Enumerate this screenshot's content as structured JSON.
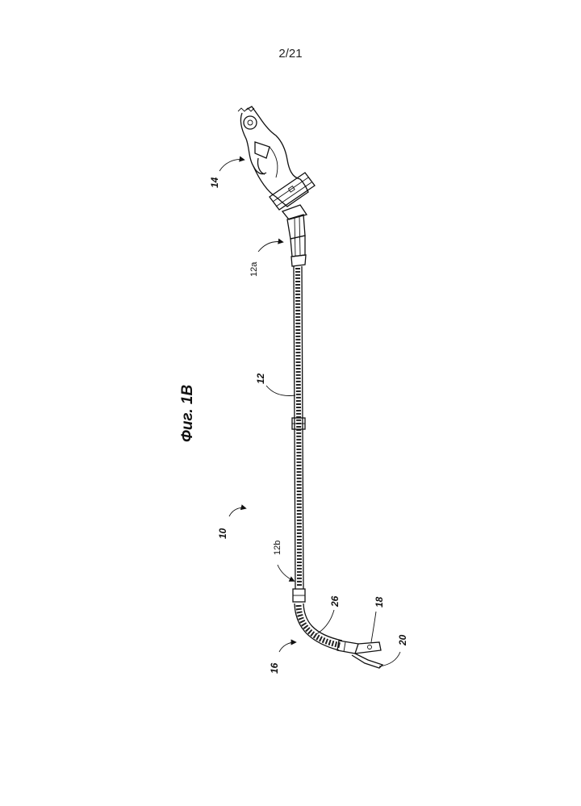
{
  "page": {
    "number": "2/21"
  },
  "figure": {
    "caption": "Фиг. 1В",
    "references": {
      "device": "10",
      "shaft": "12",
      "shaft_proximal": "12a",
      "shaft_distal": "12b",
      "handle": "14",
      "articulating_section": "16",
      "end_effector": "18",
      "jaw": "20",
      "coil": "26"
    }
  }
}
